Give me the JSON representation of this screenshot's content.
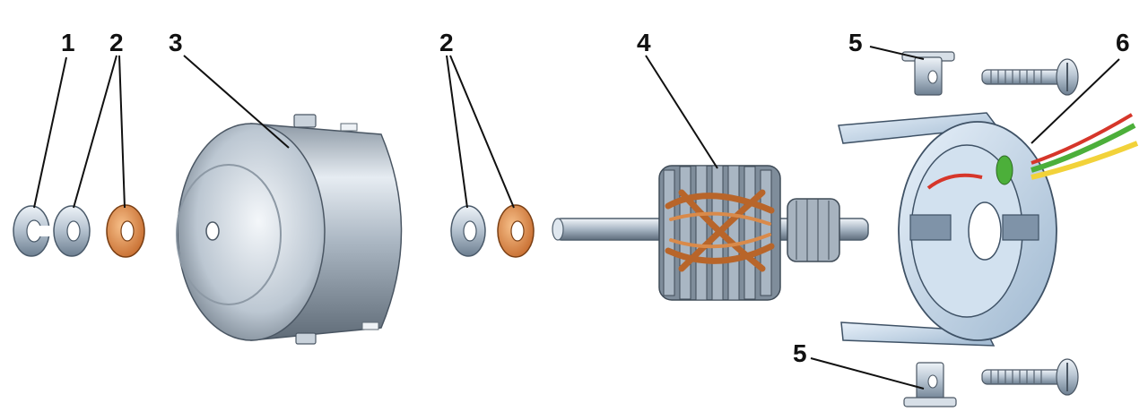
{
  "diagram": {
    "callouts": [
      {
        "id": "c1",
        "text": "1"
      },
      {
        "id": "c2a",
        "text": "2"
      },
      {
        "id": "c3",
        "text": "3"
      },
      {
        "id": "c2b",
        "text": "2"
      },
      {
        "id": "c4",
        "text": "4"
      },
      {
        "id": "c5a",
        "text": "5"
      },
      {
        "id": "c6",
        "text": "6"
      },
      {
        "id": "c5b",
        "text": "5"
      }
    ],
    "colors": {
      "steel": "#b9c6d3",
      "steel_dark": "#6d7f91",
      "copper": "#e08a45",
      "copper_winding": "#b8652a",
      "plate_blue": "#c9dcef",
      "wire_green": "#4caf3a",
      "wire_yellow": "#f2d23a",
      "wire_red": "#d6362a"
    }
  }
}
